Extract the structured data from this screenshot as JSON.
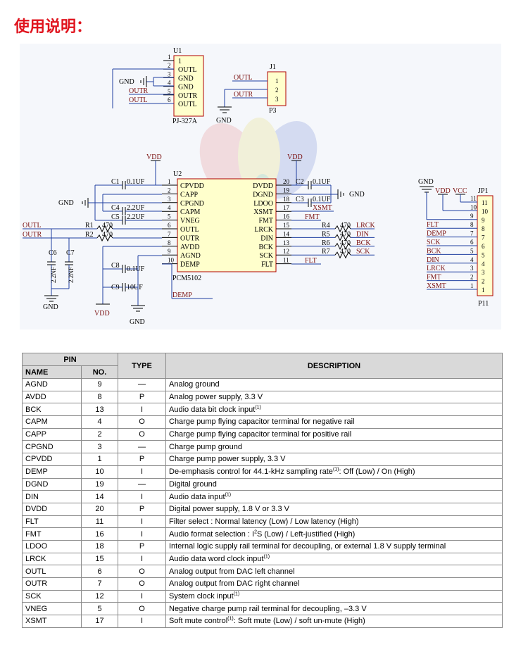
{
  "page_title": "使用说明：",
  "schematic": {
    "connectors": {
      "u1_ref": "U1",
      "u1_part": "PJ-327A",
      "u1_pins": [
        {
          "num": "1",
          "name": "1"
        },
        {
          "num": "2",
          "name": "OUTL"
        },
        {
          "num": "3",
          "name": "GND"
        },
        {
          "num": "4",
          "name": "GND"
        },
        {
          "num": "5",
          "name": "OUTR"
        },
        {
          "num": "6",
          "name": "OUTL"
        }
      ],
      "u1_nets": {
        "gnd": "GND",
        "outr": "OUTR",
        "outl": "OUTL"
      },
      "j1_ref": "J1",
      "j1_part": "P3",
      "j1_pins": [
        "1",
        "2",
        "3"
      ],
      "j1_nets": {
        "outl": "OUTL",
        "outr": "OUTR",
        "gnd": "GND"
      }
    },
    "dac": {
      "ref": "U2",
      "part": "PCM5102",
      "left_pins": [
        {
          "num": "1",
          "name": "CPVDD"
        },
        {
          "num": "2",
          "name": "CAPP"
        },
        {
          "num": "3",
          "name": "CPGND"
        },
        {
          "num": "4",
          "name": "CAPM"
        },
        {
          "num": "5",
          "name": "VNEG"
        },
        {
          "num": "6",
          "name": "OUTL"
        },
        {
          "num": "7",
          "name": "OUTR"
        },
        {
          "num": "8",
          "name": "AVDD"
        },
        {
          "num": "9",
          "name": "AGND"
        },
        {
          "num": "10",
          "name": "DEMP"
        }
      ],
      "right_pins": [
        {
          "num": "20",
          "name": "DVDD"
        },
        {
          "num": "19",
          "name": "DGND"
        },
        {
          "num": "18",
          "name": "LDOO"
        },
        {
          "num": "17",
          "name": "XSMT"
        },
        {
          "num": "16",
          "name": "FMT"
        },
        {
          "num": "15",
          "name": "LRCK"
        },
        {
          "num": "14",
          "name": "DIN"
        },
        {
          "num": "13",
          "name": "BCK"
        },
        {
          "num": "12",
          "name": "SCK"
        },
        {
          "num": "11",
          "name": "FLT"
        }
      ],
      "left_nets": {
        "vdd_top": "VDD",
        "gnd": "GND",
        "outl": "OUTL",
        "outr": "OUTR",
        "vdd_bottom": "VDD",
        "gnd_bottom": "GND",
        "gnd_left": "GND",
        "demp": "DEMP"
      },
      "right_nets": {
        "vdd_top": "VDD",
        "gnd": "GND",
        "xsmt": "XSMT",
        "fmt": "FMT",
        "lrck": "LRCK",
        "din": "DIN",
        "bck": "BCK",
        "sck": "SCK",
        "flt": "FLT"
      },
      "capacitors": {
        "c1": "C1",
        "c1_val": "0.1UF",
        "c2": "C2",
        "c2_val": "0.1UF",
        "c3": "C3",
        "c3_val": "0.1UF",
        "c4": "C4",
        "c4_val": "2.2UF",
        "c5": "C5",
        "c5_val": "2.2UF",
        "c6": "C6",
        "c6_val": "2.2NF",
        "c7": "C7",
        "c7_val": "2.2NF",
        "c8": "C8",
        "c8_val": "0.1UF",
        "c9": "C9",
        "c9_val": "10UF"
      },
      "resistors": {
        "r1": "R1",
        "r1_val": "470",
        "r2": "R2",
        "r2_val": "470",
        "r4": "R4",
        "r4_val": "470",
        "r5": "R5",
        "r5_val": "470",
        "r6": "R6",
        "r6_val": "470",
        "r7": "R7",
        "r7_val": "470"
      }
    },
    "header": {
      "ref": "JP1",
      "part": "P11",
      "nets": {
        "gnd": "GND",
        "vdd": "VDD",
        "vcc": "VCC"
      },
      "pins": [
        {
          "num": "11",
          "net": ""
        },
        {
          "num": "10",
          "net": ""
        },
        {
          "num": "9",
          "net": ""
        },
        {
          "num": "8",
          "net": "FLT"
        },
        {
          "num": "7",
          "net": "DEMP"
        },
        {
          "num": "6",
          "net": "SCK"
        },
        {
          "num": "5",
          "net": "BCK"
        },
        {
          "num": "4",
          "net": "DIN"
        },
        {
          "num": "3",
          "net": "LRCK"
        },
        {
          "num": "2",
          "net": "FMT"
        },
        {
          "num": "1",
          "net": "XSMT"
        }
      ]
    }
  },
  "pin_table": {
    "group_header": "PIN",
    "col_name": "NAME",
    "col_no": "NO.",
    "col_type": "TYPE",
    "col_desc": "DESCRIPTION",
    "rows": [
      {
        "name": "AGND",
        "no": "9",
        "type": "—",
        "desc": "Analog ground",
        "sup": "",
        "desc_after": ""
      },
      {
        "name": "AVDD",
        "no": "8",
        "type": "P",
        "desc": "Analog power supply, 3.3 V",
        "sup": "",
        "desc_after": ""
      },
      {
        "name": "BCK",
        "no": "13",
        "type": "I",
        "desc": "Audio data bit clock input",
        "sup": "(1)",
        "desc_after": ""
      },
      {
        "name": "CAPM",
        "no": "4",
        "type": "O",
        "desc": "Charge pump flying capacitor terminal for negative rail",
        "sup": "",
        "desc_after": ""
      },
      {
        "name": "CAPP",
        "no": "2",
        "type": "O",
        "desc": "Charge pump flying capacitor terminal for positive rail",
        "sup": "",
        "desc_after": ""
      },
      {
        "name": "CPGND",
        "no": "3",
        "type": "—",
        "desc": "Charge pump ground",
        "sup": "",
        "desc_after": ""
      },
      {
        "name": "CPVDD",
        "no": "1",
        "type": "P",
        "desc": "Charge pump power supply, 3.3 V",
        "sup": "",
        "desc_after": ""
      },
      {
        "name": "DEMP",
        "no": "10",
        "type": "I",
        "desc": "De-emphasis control for 44.1-kHz sampling rate",
        "sup": "(1)",
        "desc_after": ": Off (Low) / On (High)"
      },
      {
        "name": "DGND",
        "no": "19",
        "type": "—",
        "desc": "Digital ground",
        "sup": "",
        "desc_after": ""
      },
      {
        "name": "DIN",
        "no": "14",
        "type": "I",
        "desc": "Audio data input",
        "sup": "(1)",
        "desc_after": ""
      },
      {
        "name": "DVDD",
        "no": "20",
        "type": "P",
        "desc": "Digital power supply, 1.8 V or 3.3 V",
        "sup": "",
        "desc_after": ""
      },
      {
        "name": "FLT",
        "no": "11",
        "type": "I",
        "desc": "Filter select : Normal latency (Low) / Low latency (High)",
        "sup": "",
        "desc_after": ""
      },
      {
        "name": "FMT",
        "no": "16",
        "type": "I",
        "desc": "Audio format selection : I",
        "sup": "2",
        "desc_after": "S (Low) / Left-justified (High)"
      },
      {
        "name": "LDOO",
        "no": "18",
        "type": "P",
        "desc": "Internal logic supply rail terminal for decoupling, or external 1.8 V supply terminal",
        "sup": "",
        "desc_after": ""
      },
      {
        "name": "LRCK",
        "no": "15",
        "type": "I",
        "desc": "Audio data word clock input",
        "sup": "(1)",
        "desc_after": ""
      },
      {
        "name": "OUTL",
        "no": "6",
        "type": "O",
        "desc": "Analog output from DAC left channel",
        "sup": "",
        "desc_after": ""
      },
      {
        "name": "OUTR",
        "no": "7",
        "type": "O",
        "desc": "Analog output from DAC right channel",
        "sup": "",
        "desc_after": ""
      },
      {
        "name": "SCK",
        "no": "12",
        "type": "I",
        "desc": "System clock input",
        "sup": "(1)",
        "desc_after": ""
      },
      {
        "name": "VNEG",
        "no": "5",
        "type": "O",
        "desc": "Negative charge pump rail terminal for decoupling, –3.3 V",
        "sup": "",
        "desc_after": ""
      },
      {
        "name": "XSMT",
        "no": "17",
        "type": "I",
        "desc": "Soft mute control",
        "sup": "(1)",
        "desc_after": ": Soft mute (Low) / soft un-mute (High)"
      }
    ]
  },
  "colors": {
    "title": "#e0141e",
    "wire": "#1f3fa0",
    "net_label": "#7a1010",
    "component": "#000000",
    "body_fill": "#ffffcc",
    "schematic_bg": "#f5f7fb",
    "table_header_bg": "#d9d9d9"
  }
}
